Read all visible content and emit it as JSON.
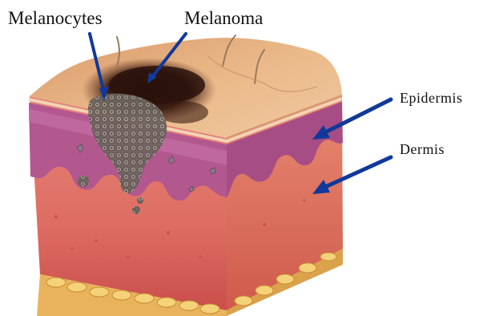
{
  "labels": {
    "melanocytes": "Melanocytes",
    "melanoma": "Melanoma",
    "epidermis": "Epidermis",
    "dermis": "Dermis"
  },
  "colors": {
    "arrow": "#10399a",
    "skin_surface": "#e9b98a",
    "epidermis": "#b0548f",
    "dermis": "#e0766c",
    "fat": "#f0c35a",
    "melanoma": "#3a1c12"
  }
}
